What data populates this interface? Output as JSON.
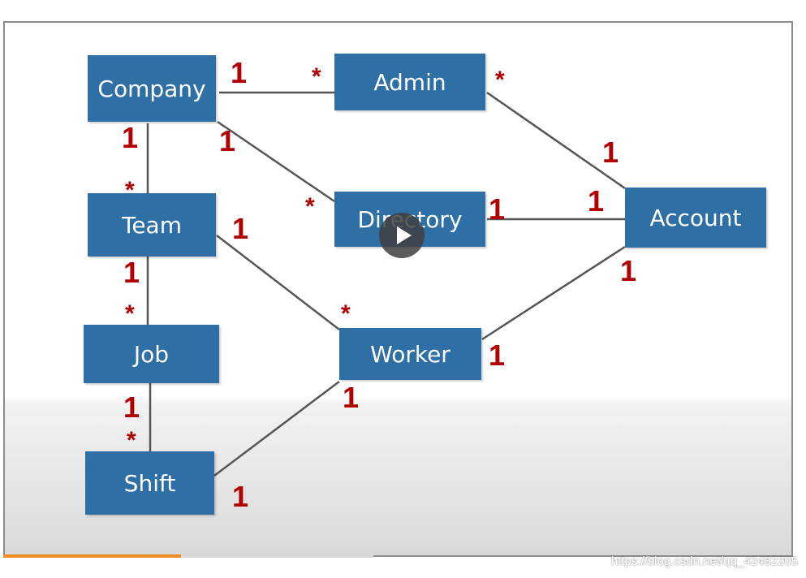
{
  "diagram": {
    "entities": {
      "company": "Company",
      "admin": "Admin",
      "directory": "Directory",
      "account": "Account",
      "team": "Team",
      "job": "Job",
      "worker": "Worker",
      "shift": "Shift"
    },
    "relationships": [
      {
        "from": "Company",
        "to": "Admin",
        "from_mult": "1",
        "to_mult": "*"
      },
      {
        "from": "Company",
        "to": "Directory",
        "from_mult": "1",
        "to_mult": "*"
      },
      {
        "from": "Company",
        "to": "Team",
        "from_mult": "1",
        "to_mult": "*"
      },
      {
        "from": "Admin",
        "to": "Account",
        "from_mult": "*",
        "to_mult": "1"
      },
      {
        "from": "Directory",
        "to": "Account",
        "from_mult": "1",
        "to_mult": "1"
      },
      {
        "from": "Team",
        "to": "Job",
        "from_mult": "1",
        "to_mult": "*"
      },
      {
        "from": "Team",
        "to": "Worker",
        "from_mult": "1",
        "to_mult": "*"
      },
      {
        "from": "Job",
        "to": "Shift",
        "from_mult": "1",
        "to_mult": "*"
      },
      {
        "from": "Worker",
        "to": "Account",
        "from_mult": "1",
        "to_mult": "1"
      },
      {
        "from": "Shift",
        "to": "Worker",
        "from_mult": "1",
        "to_mult": "1"
      }
    ],
    "colors": {
      "entity_fill": "#2e6fa5",
      "entity_text": "#ffffff",
      "multiplicity": "#b00000",
      "line": "#555555"
    }
  },
  "player": {
    "play_icon": "play-icon",
    "progress": 0.48,
    "played_fraction": 0.48,
    "colors": {
      "played": "#f08a24",
      "track": "#d8d8d8"
    }
  },
  "watermark": "https://blog.csdn.net/qq_42482205"
}
